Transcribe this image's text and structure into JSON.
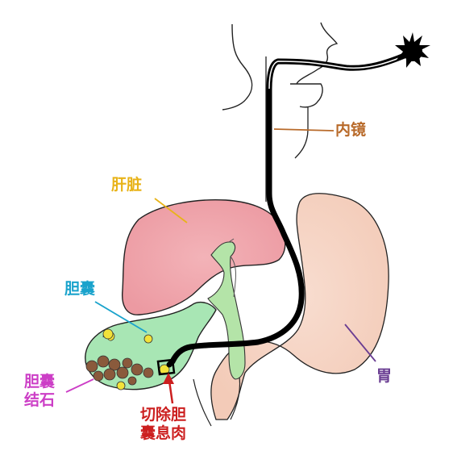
{
  "labels": {
    "endoscope": "内镜",
    "liver": "肝脏",
    "gallbladder": "胆囊",
    "stomach": "胃",
    "gallstone_line1": "胆囊",
    "gallstone_line2": "结石",
    "polyp_line1": "切除胆",
    "polyp_line2": "囊息肉"
  },
  "colors": {
    "endoscope_label": "#b86a2a",
    "liver_label": "#e8b318",
    "gallbladder_label": "#1aa3cc",
    "stomach_label": "#6a3d92",
    "gallstone_label": "#cc3ec6",
    "polyp_label": "#cc1f1f",
    "liver_fill": "#f0a6ac",
    "gallbladder_fill": "#a8e6b4",
    "bile_duct_fill": "#b4e4a8",
    "stomach_fill": "#f6d6c6",
    "stone_fill": "#8a5a3c",
    "polyp_fill": "#f2e23a"
  }
}
